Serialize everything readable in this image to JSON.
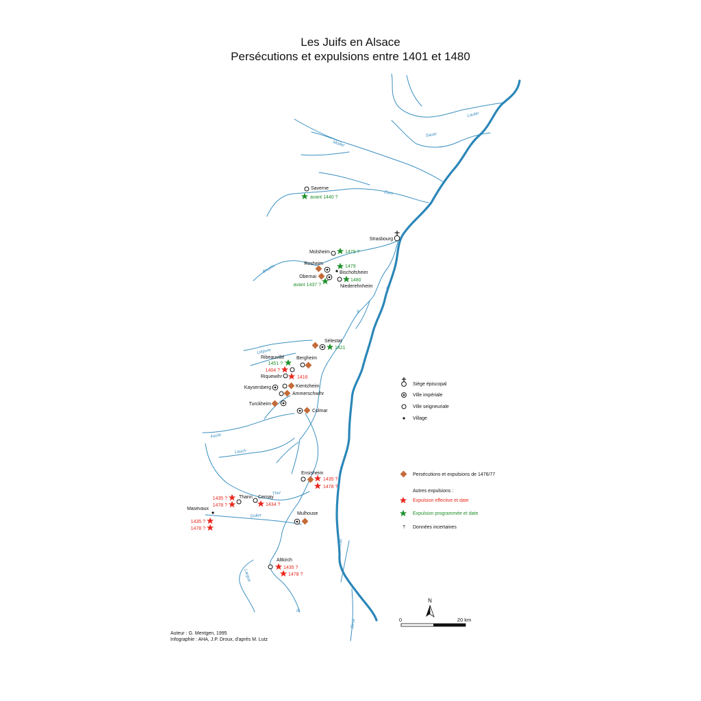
{
  "title": {
    "line1": "Les Juifs en Alsace",
    "line2": "Persécutions et expulsions entre 1401 et 1480"
  },
  "colors": {
    "river": "#3a8fc0",
    "rhine": "#2a86b8",
    "persecution": "#c36b3a",
    "expulsion_effective": "#e8261c",
    "expulsion_programmed": "#1f8f2a",
    "text": "#111111"
  },
  "rivers": {
    "lauter": "Lauter",
    "sauer": "Sauer",
    "moder": "Moder",
    "zorn": "Zorn",
    "bruche": "Bruche",
    "ill_north": "Ill",
    "lievre": "Lièpvre",
    "fecht": "Fecht",
    "lauch": "Lauch",
    "thur": "Thur",
    "doller": "Doller",
    "largue": "Largue",
    "ill_south": "Ill",
    "birse": "Birse",
    "rhin_north": "Rhin",
    "rhin_south": "Rhin"
  },
  "places": {
    "saverne": "Saverne",
    "strasbourg": "Strasbourg",
    "molsheim": "Molsheim",
    "rosheim": "Rosheim",
    "bischofsheim": "Bischofsheim",
    "obernai": "Obernai",
    "niederehnheim": "Niederehnheim",
    "selestat": "Sélestat",
    "ribeauville": "Ribeauvillé",
    "bergheim": "Bergheim",
    "riquewihr": "Riquewihr",
    "kaysersberg": "Kaysersberg",
    "kientzheim": "Kientzheim",
    "ammerschwihr": "Ammerschwihr",
    "turckheim": "Turckheim",
    "colmar": "Colmar",
    "ensisheim": "Ensisheim",
    "thann": "Thann",
    "cernay": "Cernay",
    "masevaux": "Masevaux",
    "mulhouse": "Mulhouse",
    "altkirch": "Altkirch"
  },
  "dates": {
    "saverne": "avant 1440 ?",
    "molsheim": "1479 ?",
    "rosheim": "1479",
    "niederehnheim": "1480",
    "obernai": "avant 1437 ?",
    "selestat": "1421",
    "ribeauville_1": "1451 ?",
    "ribeauville_2": "1404 ?",
    "riquewihr": "1416",
    "ensisheim_1": "1435 ?",
    "ensisheim_2": "1478 ?",
    "thann_1": "1435 ?",
    "thann_2": "1478 ?",
    "cernay": "1434 ?",
    "masevaux_1": "1435 ?",
    "masevaux_2": "1478 ?",
    "altkirch_1": "1435 ?",
    "altkirch_2": "1478 ?"
  },
  "legend": {
    "siege_episcopal": "Siège épiscopal",
    "ville_imperiale": "Ville impériale",
    "ville_seigneuriale": "Ville seigneuriale",
    "village": "Village",
    "persecutions": "Persécutions et expulsions de 1476/77",
    "autres_expulsions": "Autres  expulsions :",
    "expulsion_effective": "Expulsion effective et date",
    "expulsion_programmee": "Expulsion programmée et date",
    "question_mark": "?",
    "donnees_incertaines": "Données incertaines"
  },
  "scale": {
    "north": "N",
    "zero": "0",
    "twenty": "20 km"
  },
  "credits": {
    "author": "Auteur : G. Mentgen, 1995",
    "infographie": "Infographie : AHA, J.P. Droux, d'après M. Lutz"
  }
}
